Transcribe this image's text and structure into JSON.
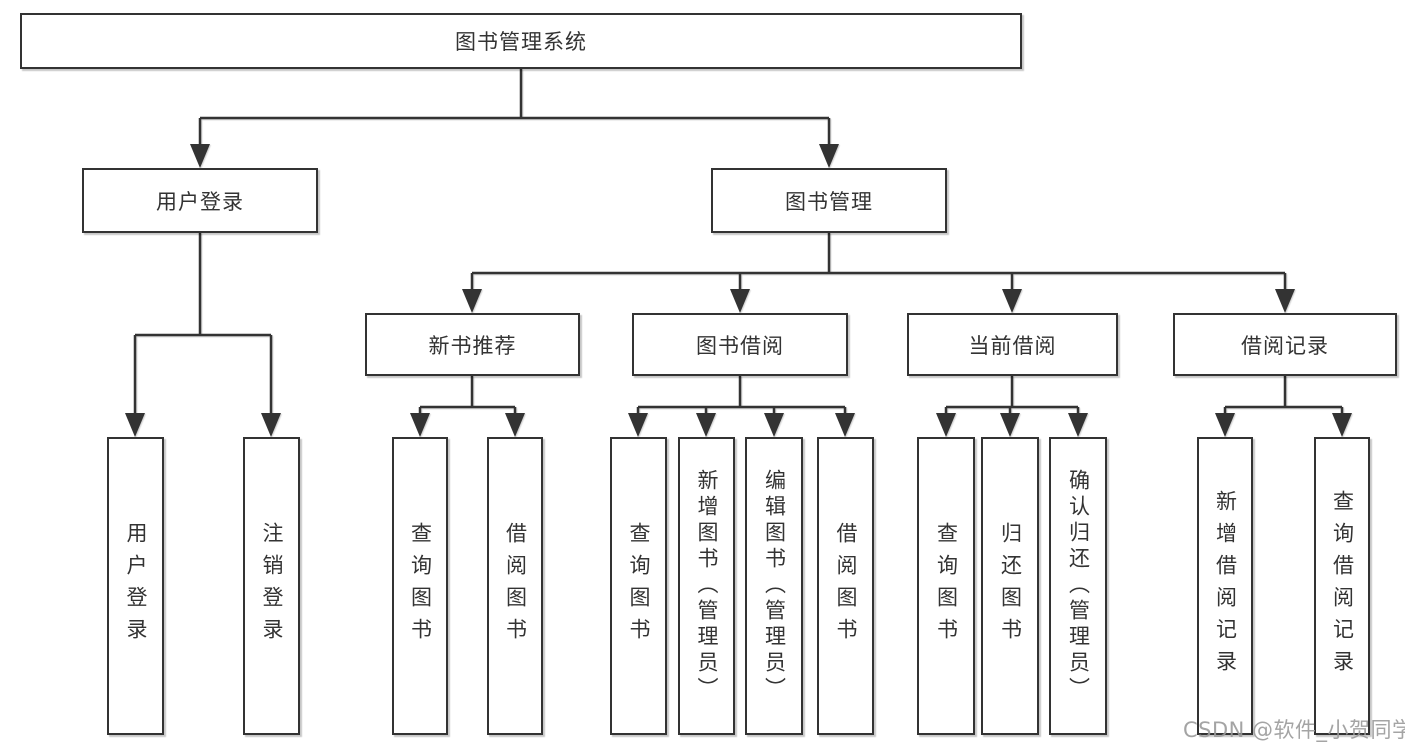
{
  "tree": {
    "label": "图书管理系统",
    "children": [
      {
        "label": "用户登录",
        "children": [
          {
            "label": "用户登录"
          },
          {
            "label": "注销登录"
          }
        ]
      },
      {
        "label": "图书管理",
        "children": [
          {
            "label": "新书推荐",
            "children": [
              {
                "label": "查询图书"
              },
              {
                "label": "借阅图书"
              }
            ]
          },
          {
            "label": "图书借阅",
            "children": [
              {
                "label": "查询图书"
              },
              {
                "label": "新增图书（管理员）"
              },
              {
                "label": "编辑图书（管理员）"
              },
              {
                "label": "借阅图书"
              }
            ]
          },
          {
            "label": "当前借阅",
            "children": [
              {
                "label": "查询图书"
              },
              {
                "label": "归还图书"
              },
              {
                "label": "确认归还（管理员）"
              }
            ]
          },
          {
            "label": "借阅记录",
            "children": [
              {
                "label": "新增借阅记录"
              },
              {
                "label": "查询借阅记录"
              }
            ]
          }
        ]
      }
    ]
  },
  "watermark": {
    "text": "CSDN @软件_小贺同学"
  },
  "colors": {
    "line": "#333333",
    "box_border": "#333333",
    "text": "#333333",
    "watermark": "#9a9a9a",
    "background": "#ffffff"
  }
}
